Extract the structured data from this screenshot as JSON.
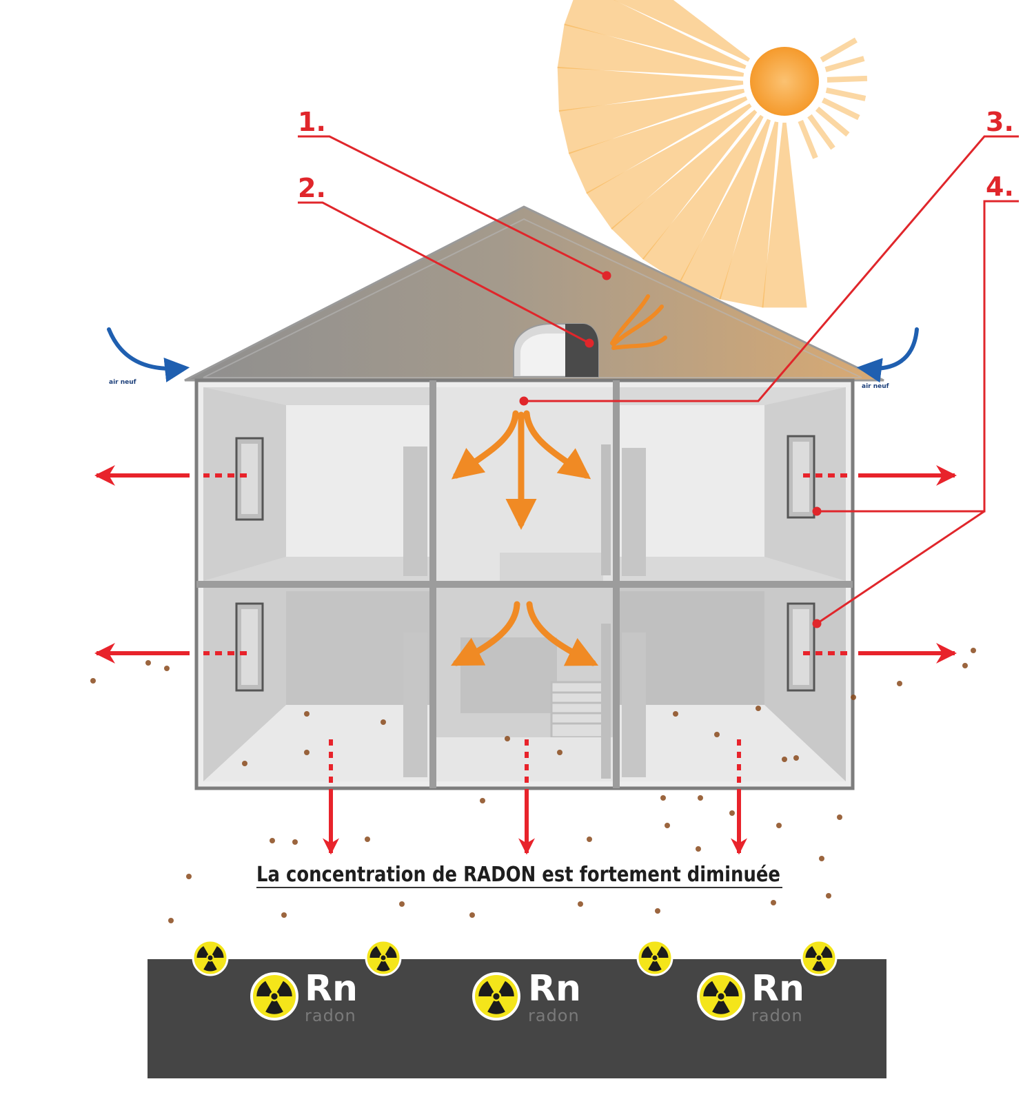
{
  "callouts": [
    {
      "number": "1."
    },
    {
      "number": "2."
    },
    {
      "number": "3."
    },
    {
      "number": "4."
    }
  ],
  "air_inlets": [
    {
      "label": "air neuf"
    },
    {
      "label": "air neuf"
    }
  ],
  "caption": "La concentration de RADON est fortement diminuée",
  "radon_sources": [
    {
      "symbol": "Rn",
      "name": "radon"
    },
    {
      "symbol": "Rn",
      "name": "radon"
    },
    {
      "symbol": "Rn",
      "name": "radon"
    }
  ],
  "icons": [
    "sun-icon",
    "radiation-icon",
    "fan-unit-icon"
  ],
  "colors": {
    "sun": "#f7a93b",
    "callout_red": "#e0262b",
    "outflow_red": "#e8232b",
    "warm_air_orange": "#f08a24",
    "fresh_air_blue": "#1f5fb0",
    "ground": "#454545",
    "radiation_yellow": "#f4e51a",
    "house_wall": "#8a8a8a"
  }
}
